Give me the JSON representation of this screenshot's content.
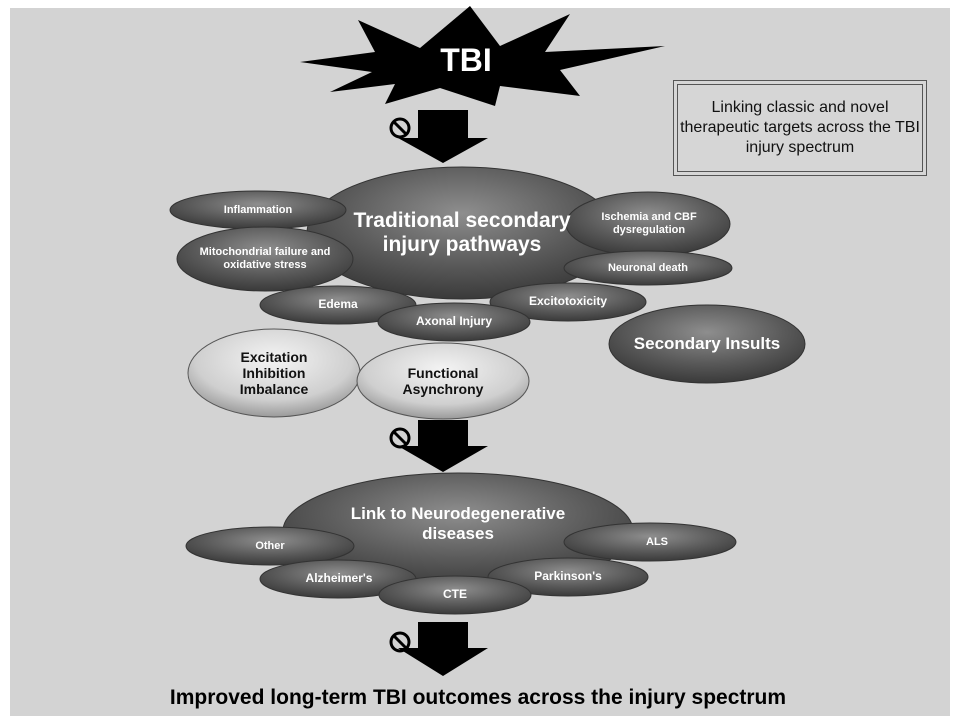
{
  "trigger": "TBI",
  "note": "Linking classic and novel therapeutic targets across the TBI injury spectrum",
  "traditional": {
    "title": "Traditional secondary injury pathways",
    "items": [
      "Inflammation",
      "Mitochondrial failure and oxidative stress",
      "Ischemia and CBF dysregulation",
      "Neuronal death",
      "Edema",
      "Axonal Injury",
      "Excitotoxicity"
    ]
  },
  "secondary_insults": "Secondary Insults",
  "novel": [
    "Excitation Inhibition Imbalance",
    "Functional Asynchrony"
  ],
  "neuro": {
    "title": "Link to Neurodegenerative diseases",
    "items": [
      "Other",
      "ALS",
      "Alzheimer's",
      "Parkinson's",
      "CTE"
    ]
  },
  "outcome": "Improved long-term TBI outcomes across the injury spectrum",
  "icons": [
    "prohibition-icon",
    "down-arrow-icon"
  ]
}
